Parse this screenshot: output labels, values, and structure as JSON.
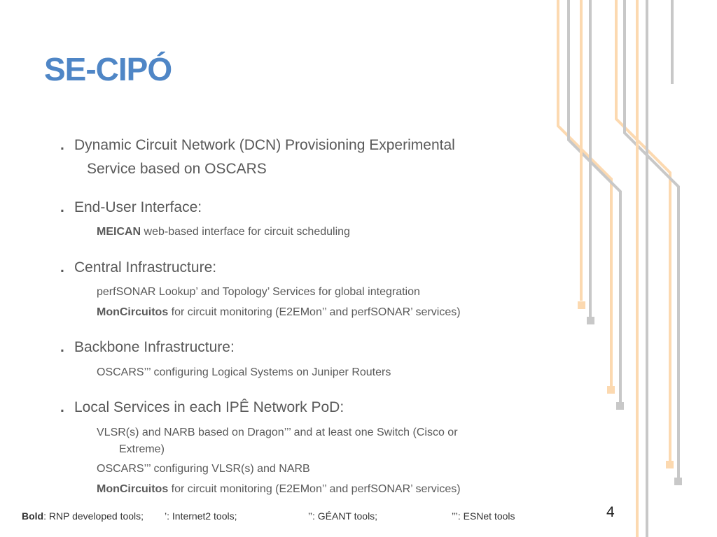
{
  "slide": {
    "title": "SE-CIPÓ",
    "page_number": "4"
  },
  "bullets": {
    "b1": {
      "line1": "Dynamic Circuit Network (DCN) Provisioning Experimental",
      "line2": "Service based on OSCARS"
    },
    "b2": {
      "label": "End-User Interface:"
    },
    "b2_sub1": {
      "strong": "MEICAN",
      "rest": " web-based interface for circuit scheduling"
    },
    "b3": {
      "label": "Central Infrastructure:"
    },
    "b3_sub1": {
      "text": "perfSONAR Lookup’ and Topology’ Services for global integration"
    },
    "b3_sub2": {
      "strong": "MonCircuitos",
      "rest": " for circuit monitoring (E2EMon’’ and perfSONAR’ services)"
    },
    "b4": {
      "label": "Backbone Infrastructure:"
    },
    "b4_sub1": {
      "text": "OSCARS’’’ configuring Logical Systems on Juniper Routers"
    },
    "b5": {
      "label": "Local Services in each IPÊ Network PoD:"
    },
    "b5_sub1": {
      "line1": "VLSR(s) and NARB based on Dragon’’’ and at least one Switch (Cisco or",
      "line2": "Extreme)"
    },
    "b5_sub2": {
      "text": "OSCARS’’’ configuring VLSR(s) and NARB"
    },
    "b5_sub3": {
      "strong": "MonCircuitos",
      "rest": " for circuit monitoring (E2EMon’’ and perfSONAR’ services)"
    }
  },
  "bullet_glyph": ".",
  "footer": {
    "bold": "Bold",
    "rnp": ": RNP developed tools;",
    "internet2": "’: Internet2 tools;",
    "geant": "’’: GÉANT tools;",
    "esnet": "’’’: ESNet tools"
  },
  "colors": {
    "title": "#4f86c6",
    "body_text": "#595959",
    "deco_orange": "#fcd9b0",
    "deco_gray": "#c8c8c8"
  }
}
